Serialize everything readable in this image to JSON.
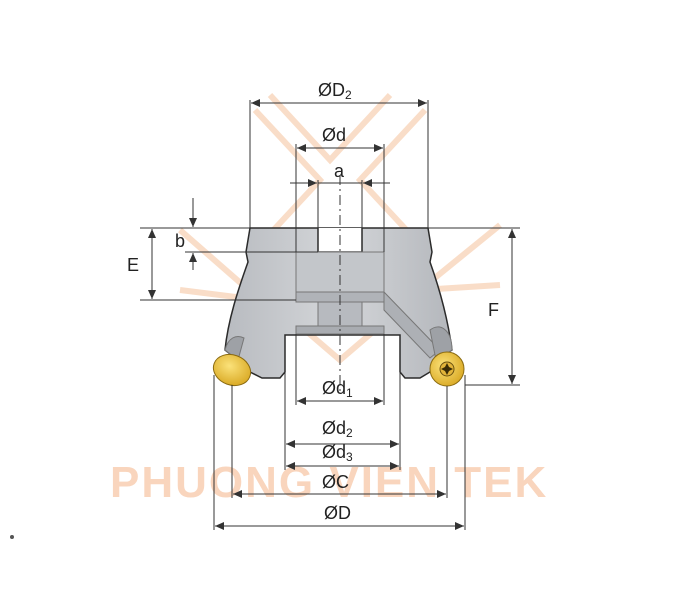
{
  "watermark": {
    "text": "PHUONG VIEN TEK",
    "color": "#f7c8a8"
  },
  "colors": {
    "body": "#c9cbcf",
    "body_shade": "#a9acb1",
    "outline": "#2b2b2b",
    "dimension": "#333333",
    "insert": "#f2c53a",
    "insert_dark": "#c99a16"
  },
  "labels": {
    "D2": {
      "main": "ØD",
      "sub": "2"
    },
    "d": {
      "main": "Ød",
      "sub": ""
    },
    "a": {
      "main": "a",
      "sub": ""
    },
    "b": {
      "main": "b",
      "sub": ""
    },
    "E": {
      "main": "E",
      "sub": ""
    },
    "F": {
      "main": "F",
      "sub": ""
    },
    "d1": {
      "main": "Ød",
      "sub": "1"
    },
    "d2": {
      "main": "Ød",
      "sub": "2"
    },
    "d3": {
      "main": "Ød",
      "sub": "3"
    },
    "C": {
      "main": "ØC",
      "sub": ""
    },
    "D": {
      "main": "ØD",
      "sub": ""
    }
  },
  "icons": {
    "left_insert": "round-insert-icon",
    "right_insert": "round-insert-torx-screw-icon"
  }
}
